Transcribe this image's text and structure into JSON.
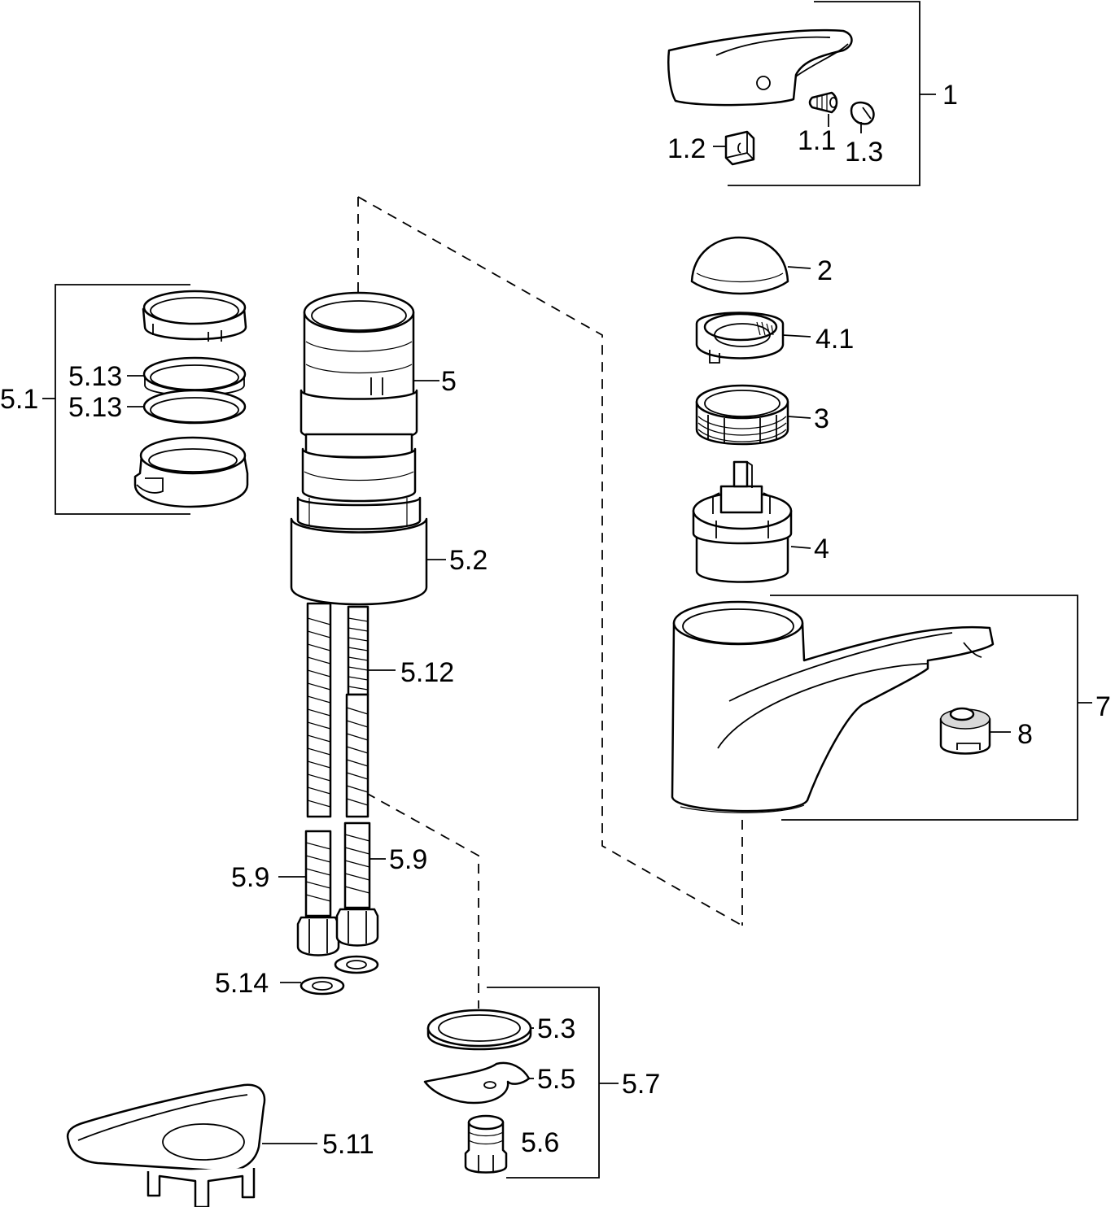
{
  "labels": {
    "p1": "1",
    "p1_1": "1.1",
    "p1_2": "1.2",
    "p1_3": "1.3",
    "p2": "2",
    "p3": "3",
    "p4": "4",
    "p4_1": "4.1",
    "p5": "5",
    "p5_1": "5.1",
    "p5_2": "5.2",
    "p5_3": "5.3",
    "p5_5": "5.5",
    "p5_6": "5.6",
    "p5_7": "5.7",
    "p5_9a": "5.9",
    "p5_9b": "5.9",
    "p5_11": "5.11",
    "p5_12": "5.12",
    "p5_13a": "5.13",
    "p5_13b": "5.13",
    "p5_14": "5.14",
    "p7": "7",
    "p8": "8"
  }
}
